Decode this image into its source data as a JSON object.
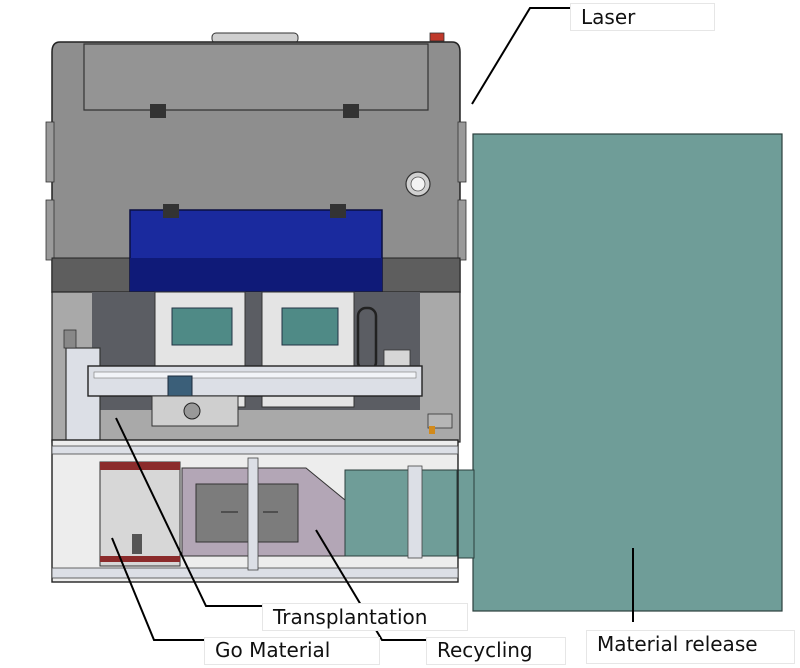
{
  "labels": {
    "laser": "Laser",
    "transplantation": "Transplantation",
    "go_material": "Go Material",
    "recycling": "Recycling",
    "material_release": "Material release"
  },
  "colors": {
    "body_gray": "#8e8e8e",
    "body_gray_light": "#a6a6a6",
    "window_blue": "#1a2a9e",
    "window_blue_dark": "#0f1a78",
    "release_table": "#6f9d98",
    "fixture_teal": "#4f8a86",
    "rail_silver": "#dcdfe6",
    "outline": "#222222"
  }
}
